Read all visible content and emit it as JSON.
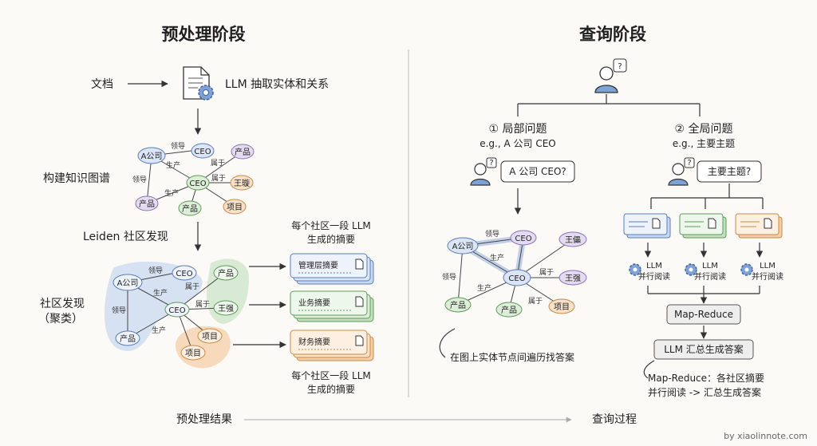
{
  "left": {
    "title": "预处理阶段",
    "doc_label": "文档",
    "extract_label": "LLM 抽取实体和关系",
    "build_kg_label": "构建知识图谱",
    "leiden_label": "Leiden 社区发现",
    "community_label_1": "社区发现",
    "community_label_2": "（聚类）",
    "summary_note_line1": "每个社区一段 LLM",
    "summary_note_line2": "生成的摘要",
    "summaries": [
      "管理层摘要",
      "业务摘要",
      "财务摘要"
    ],
    "graph": {
      "nodes": [
        "A公司",
        "CEO",
        "CEO",
        "产品",
        "产品",
        "产品",
        "王璇",
        "项目"
      ],
      "edges": [
        "领导",
        "领导",
        "生产",
        "生产",
        "属于",
        "属于"
      ]
    },
    "community_graph": {
      "nodes": [
        "A公司",
        "CEO",
        "CEO",
        "产品",
        "产品",
        "王强",
        "项目",
        "项目"
      ],
      "edges": [
        "领导",
        "领导",
        "生产",
        "生产",
        "属于",
        "属于"
      ]
    },
    "footer": "预处理结果"
  },
  "right": {
    "title": "查询阶段",
    "local_heading": "① 局部问题",
    "local_example": "e.g., A 公司 CEO",
    "local_bubble": "A 公司 CEO?",
    "global_heading": "② 全局问题",
    "global_example": "e.g., 主要主题",
    "global_bubble": "主要主题?",
    "local_graph": {
      "nodes": [
        "A公司",
        "CEO",
        "CEO",
        "王儡",
        "王强",
        "产品",
        "产品",
        "项目"
      ],
      "edges": [
        "领导",
        "领导",
        "生产",
        "生产",
        "属于",
        "属于"
      ]
    },
    "traverse_note": "在图上实体节点间遍历找答案",
    "llm_parallel": [
      "LLM",
      "并行阅读"
    ],
    "map_reduce": "Map-Reduce",
    "llm_summary": "LLM 汇总生成答案",
    "note_line1": "Map-Reduce：各社区摘要",
    "note_line2": "并行阅读 -> 汇总生成答案",
    "footer": "查询过程"
  },
  "credit": "by xiaolinnote.com",
  "colors": {
    "blue_fill": "#dbe5f5",
    "blue_stroke": "#5a7db8",
    "green_fill": "#dcedd8",
    "green_stroke": "#5f9a5a",
    "orange_fill": "#f8e1c9",
    "orange_stroke": "#c98a45",
    "purple_fill": "#e3dcf0",
    "purple_stroke": "#8a73b5"
  }
}
